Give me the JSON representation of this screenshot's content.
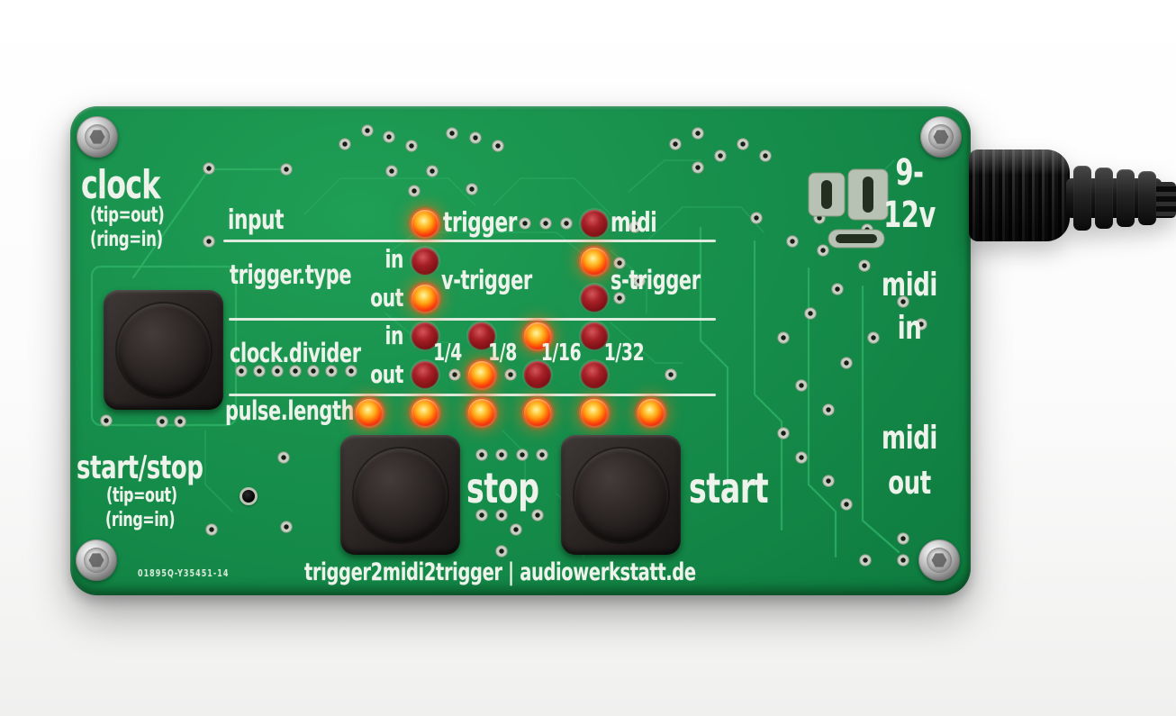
{
  "colors": {
    "pcb_green": "#148948",
    "trace_green": "#2eb265",
    "silkscreen_white": "#edf3ea",
    "led_lit_core": "#ffd24d",
    "led_lit_ring": "#ef1c10",
    "led_unlit": "#8e1216",
    "button_black": "#282221"
  },
  "silk": {
    "clock": "clock",
    "clock_tip": "(tip=out)",
    "clock_ring": "(ring=in)",
    "startstop": "start/stop",
    "startstop_tip": "(tip=out)",
    "startstop_ring": "(ring=in)",
    "stop": "stop",
    "start": "start",
    "power1": "9-",
    "power2": "12v",
    "midi_in1": "midi",
    "midi_in2": "in",
    "midi_out1": "midi",
    "midi_out2": "out",
    "footer": "trigger2midi2trigger | audiowerkstatt.de",
    "serial": "01895Q-Y35451-14"
  },
  "rows": {
    "input": {
      "label": "input",
      "trigger": "trigger",
      "midi": "midi"
    },
    "trigger_type": {
      "label": "trigger.type",
      "in": "in",
      "out": "out",
      "v": "v-trigger",
      "s": "s-trigger"
    },
    "clock_divider": {
      "label": "clock.divider",
      "in": "in",
      "out": "out",
      "f": [
        "1/4",
        "1/8",
        "1/16",
        "1/32"
      ]
    },
    "pulse_length": {
      "label": "pulse.length"
    }
  },
  "leds": {
    "input_trigger": "lit",
    "input_midi": "unlit",
    "type_in_v": "unlit",
    "type_in_s": "lit",
    "type_out_v": "lit",
    "type_out_s": "unlit",
    "div_in_1_4": "unlit",
    "div_in_1_8": "unlit",
    "div_in_1_16": "lit",
    "div_in_1_32": "unlit",
    "div_out_1_4": "unlit",
    "div_out_1_8": "lit",
    "div_out_1_16": "unlit",
    "div_out_1_32": "unlit",
    "pulse_1": "lit",
    "pulse_2": "lit",
    "pulse_3": "lit",
    "pulse_4": "lit",
    "pulse_5": "lit",
    "pulse_6": "lit"
  }
}
